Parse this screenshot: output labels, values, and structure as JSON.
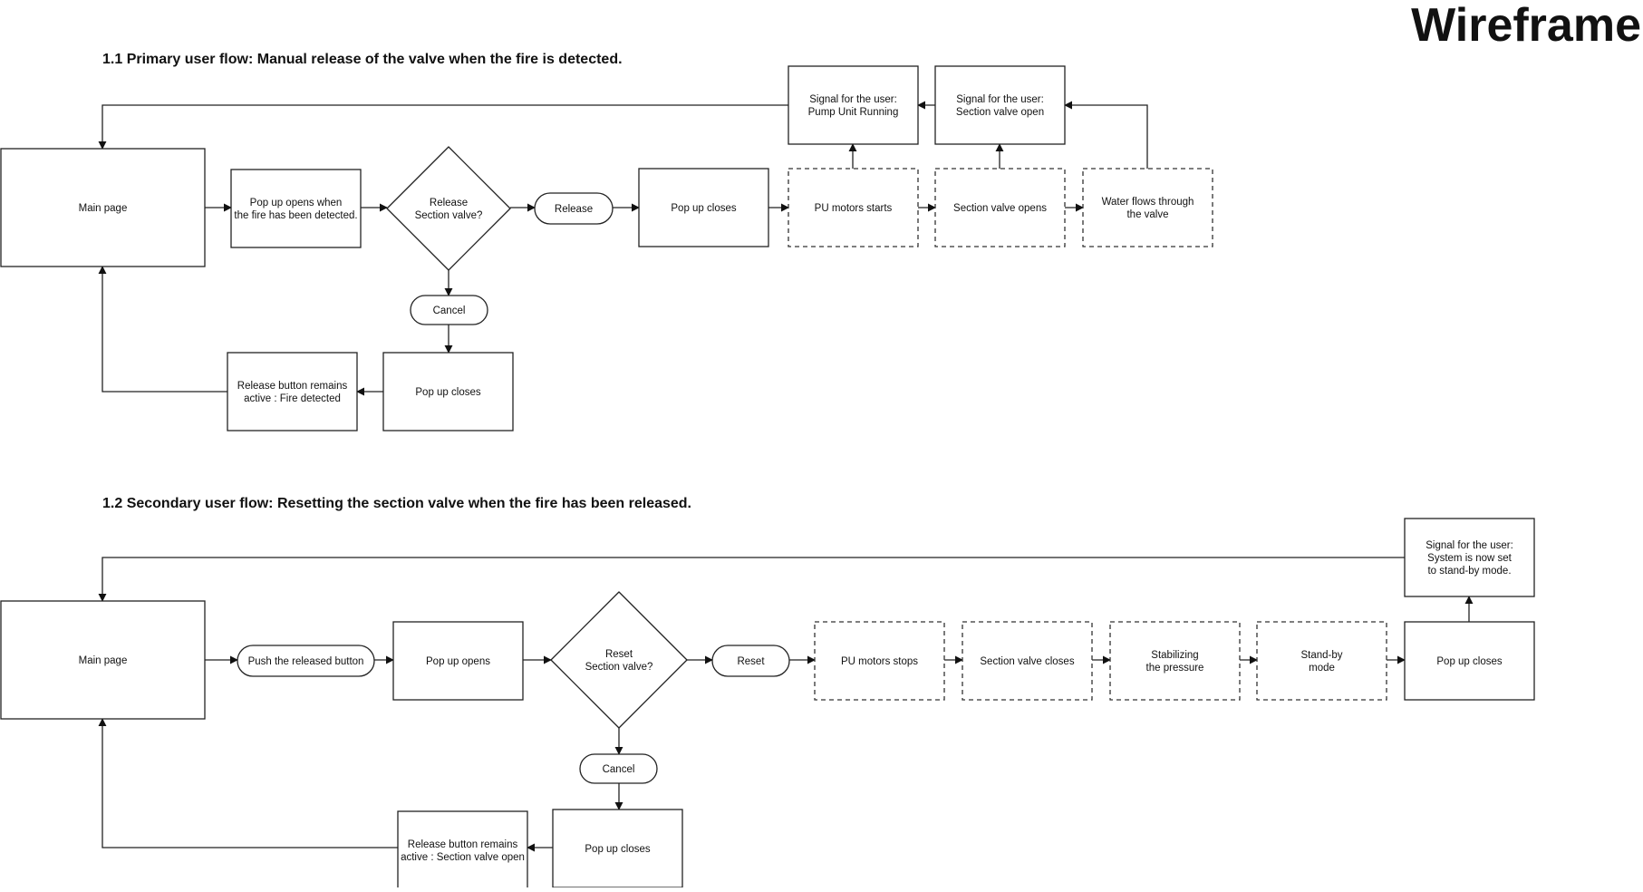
{
  "page_title": "Wireframe",
  "flows": [
    {
      "id": "flow1",
      "title": "1.1 Primary user flow: Manual release of the valve when the fire is detected.",
      "nodes": [
        {
          "id": "main",
          "shape": "rect",
          "lines": [
            "Main page"
          ]
        },
        {
          "id": "popup",
          "shape": "rect",
          "lines": [
            "Pop up opens when",
            "the fire has been detected."
          ]
        },
        {
          "id": "decision",
          "shape": "diamond",
          "lines": [
            "Release",
            "Section valve?"
          ]
        },
        {
          "id": "release",
          "shape": "pill",
          "lines": [
            "Release"
          ]
        },
        {
          "id": "popclose",
          "shape": "rect",
          "lines": [
            "Pop up closes"
          ]
        },
        {
          "id": "pu",
          "shape": "dashed",
          "lines": [
            "PU motors starts"
          ]
        },
        {
          "id": "svopen",
          "shape": "dashed",
          "lines": [
            "Section valve opens"
          ]
        },
        {
          "id": "water",
          "shape": "dashed",
          "lines": [
            "Water flows through",
            "the valve"
          ]
        },
        {
          "id": "sig1",
          "shape": "rect",
          "lines": [
            "Signal for the user:",
            "Pump Unit Running"
          ]
        },
        {
          "id": "sig2",
          "shape": "rect",
          "lines": [
            "Signal for the user:",
            "Section valve open"
          ]
        },
        {
          "id": "cancel",
          "shape": "pill",
          "lines": [
            "Cancel"
          ]
        },
        {
          "id": "popclose2",
          "shape": "rect",
          "lines": [
            "Pop up closes"
          ]
        },
        {
          "id": "remain",
          "shape": "rect",
          "lines": [
            "Release button remains",
            "active : Fire detected"
          ]
        }
      ]
    },
    {
      "id": "flow2",
      "title": "1.2 Secondary user flow: Resetting the section valve when the fire has been released.",
      "nodes": [
        {
          "id": "main",
          "shape": "rect",
          "lines": [
            "Main page"
          ]
        },
        {
          "id": "push",
          "shape": "pill",
          "lines": [
            "Push the released button"
          ]
        },
        {
          "id": "popup",
          "shape": "rect",
          "lines": [
            "Pop up opens"
          ]
        },
        {
          "id": "decision",
          "shape": "diamond",
          "lines": [
            "Reset",
            "Section valve?"
          ]
        },
        {
          "id": "reset",
          "shape": "pill",
          "lines": [
            "Reset"
          ]
        },
        {
          "id": "pustop",
          "shape": "dashed",
          "lines": [
            "PU motors stops"
          ]
        },
        {
          "id": "svclose",
          "shape": "dashed",
          "lines": [
            "Section valve closes"
          ]
        },
        {
          "id": "stab",
          "shape": "dashed",
          "lines": [
            "Stabilizing",
            "the pressure"
          ]
        },
        {
          "id": "standby",
          "shape": "dashed",
          "lines": [
            "Stand-by",
            "mode"
          ]
        },
        {
          "id": "popclose",
          "shape": "rect",
          "lines": [
            "Pop up closes"
          ]
        },
        {
          "id": "sig",
          "shape": "rect",
          "lines": [
            "Signal for the user:",
            "System is now set",
            "to stand-by mode."
          ]
        },
        {
          "id": "cancel",
          "shape": "pill",
          "lines": [
            "Cancel"
          ]
        },
        {
          "id": "popclose2",
          "shape": "rect",
          "lines": [
            "Pop up closes"
          ]
        },
        {
          "id": "remain",
          "shape": "rect",
          "lines": [
            "Release button remains",
            "active : Section valve open"
          ]
        }
      ]
    }
  ]
}
